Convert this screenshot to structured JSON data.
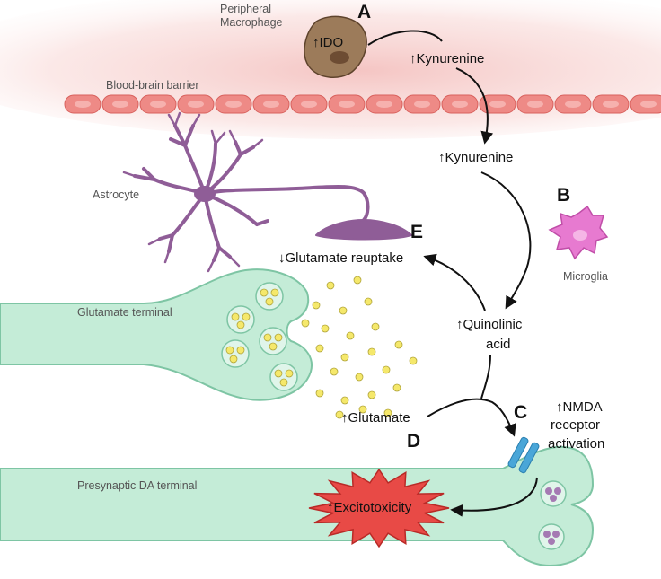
{
  "colors": {
    "vessel_glow": "#f4c2c0",
    "endothelial_cell": "#ee8a86",
    "endothelial_nucleus": "#f6b1ae",
    "macrophage": "#9c7b5a",
    "macrophage_nucleus": "#6d4c33",
    "astrocyte": "#8f5d97",
    "microglia": "#e77ad0",
    "terminal_fill": "#c4ecd7",
    "terminal_stroke": "#7ec5a4",
    "vesicle_yellow": "#f5e86b",
    "vesicle_purple": "#a57ab3",
    "nmda_receptor": "#4aa6d8",
    "excitotoxicity_burst": "#e84a46",
    "arrow": "#111111"
  },
  "labels": {
    "peripheral_macrophage_line1": "Peripheral",
    "peripheral_macrophage_line2": "Macrophage",
    "ido": "↑IDO",
    "kynurenine_blood": "↑Kynurenine",
    "blood_brain_barrier": "Blood-brain barrier",
    "kynurenine_brain": "↑Kynurenine",
    "astrocyte": "Astrocyte",
    "microglia": "Microglia",
    "glutamate_reuptake": "↓Glutamate reuptake",
    "glutamate_terminal": "Glutamate terminal",
    "quinolinic_acid_line1": "↑Quinolinic",
    "quinolinic_acid_line2": "acid",
    "glutamate": "↑Glutamate",
    "nmda_line1": "↑NMDA",
    "nmda_line2": "receptor",
    "nmda_line3": "activation",
    "presynaptic_da_terminal": "Presynaptic DA terminal",
    "excitotoxicity": "↑Excitotoxicity"
  },
  "panel_letters": {
    "a": "A",
    "b": "B",
    "c": "C",
    "d": "D",
    "e": "E"
  },
  "icons": {
    "macrophage": "macrophage-cell-icon",
    "astrocyte": "astrocyte-cell-icon",
    "microglia": "microglia-cell-icon",
    "nmda_receptor": "nmda-receptor-icon",
    "excitotoxicity": "starburst-icon"
  }
}
